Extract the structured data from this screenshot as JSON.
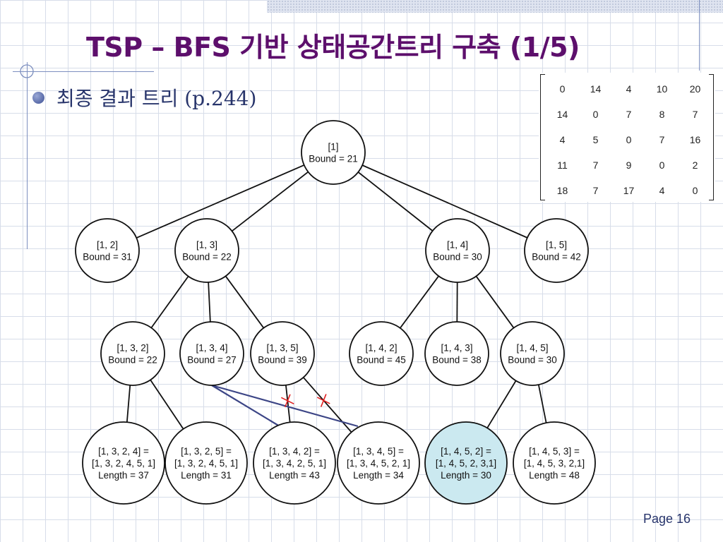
{
  "title": "TSP – BFS 기반 상태공간트리 구축 (1/5)",
  "bullet": "최종 결과 트리 (p.244)",
  "page_label": "Page 16",
  "matrix": {
    "rows": [
      [
        0,
        14,
        4,
        10,
        20
      ],
      [
        14,
        0,
        7,
        8,
        7
      ],
      [
        4,
        5,
        0,
        7,
        16
      ],
      [
        11,
        7,
        9,
        0,
        2
      ],
      [
        18,
        7,
        17,
        4,
        0
      ]
    ]
  },
  "tree": {
    "nodes": [
      {
        "id": "n1",
        "lines": [
          "[1]",
          "Bound = 21"
        ]
      },
      {
        "id": "n12",
        "lines": [
          "[1, 2]",
          "Bound = 31"
        ]
      },
      {
        "id": "n13",
        "lines": [
          "[1, 3]",
          "Bound = 22"
        ]
      },
      {
        "id": "n14",
        "lines": [
          "[1, 4]",
          "Bound = 30"
        ]
      },
      {
        "id": "n15",
        "lines": [
          "[1, 5]",
          "Bound = 42"
        ]
      },
      {
        "id": "n132",
        "lines": [
          "[1, 3, 2]",
          "Bound = 22"
        ]
      },
      {
        "id": "n134",
        "lines": [
          "[1, 3, 4]",
          "Bound = 27"
        ]
      },
      {
        "id": "n135",
        "lines": [
          "[1, 3, 5]",
          "Bound = 39"
        ]
      },
      {
        "id": "n142",
        "lines": [
          "[1, 4, 2]",
          "Bound = 45"
        ]
      },
      {
        "id": "n143",
        "lines": [
          "[1, 4, 3]",
          "Bound = 38"
        ]
      },
      {
        "id": "n145",
        "lines": [
          "[1, 4, 5]",
          "Bound = 30"
        ]
      },
      {
        "id": "n1324",
        "lines": [
          "[1, 3, 2, 4] =",
          "[1, 3, 2, 4, 5, 1]",
          "Length = 37"
        ]
      },
      {
        "id": "n1325",
        "lines": [
          "[1, 3, 2, 5] =",
          "[1, 3, 2, 4, 5, 1]",
          "Length = 31"
        ]
      },
      {
        "id": "n1342",
        "lines": [
          "[1, 3, 4, 2] =",
          "[1, 3, 4, 2, 5, 1]",
          "Length = 43"
        ]
      },
      {
        "id": "n1345",
        "lines": [
          "[1, 3, 4, 5] =",
          "[1, 3, 4, 5, 2, 1]",
          "Length = 34"
        ]
      },
      {
        "id": "n1452",
        "lines": [
          "[1, 4, 5, 2] =",
          "[1, 4, 5, 2, 3,1]",
          "Length = 30"
        ],
        "highlight": true
      },
      {
        "id": "n1453",
        "lines": [
          "[1, 4, 5, 3] =",
          "[1, 4, 5, 3, 2,1]",
          "Length = 48"
        ]
      }
    ],
    "edges": [
      [
        "n1",
        "n12"
      ],
      [
        "n1",
        "n13"
      ],
      [
        "n1",
        "n14"
      ],
      [
        "n1",
        "n15"
      ],
      [
        "n13",
        "n132"
      ],
      [
        "n13",
        "n134"
      ],
      [
        "n13",
        "n135"
      ],
      [
        "n14",
        "n142"
      ],
      [
        "n14",
        "n143"
      ],
      [
        "n14",
        "n145"
      ],
      [
        "n132",
        "n1324"
      ],
      [
        "n132",
        "n1325"
      ],
      [
        "n135",
        "n1342"
      ],
      [
        "n135",
        "n1345"
      ],
      [
        "n145",
        "n1452"
      ],
      [
        "n145",
        "n1453"
      ]
    ],
    "crossed_edges": [
      [
        "n135",
        "n1342"
      ],
      [
        "n135",
        "n1345"
      ]
    ],
    "reassigned_edges": [
      [
        "n134",
        "n1342"
      ],
      [
        "n134",
        "n1345"
      ]
    ],
    "colors": {
      "node_stroke": "#111111",
      "edge": "#111111",
      "highlight_fill": "#cbe9f0",
      "reassign_line": "#3c4586",
      "cross_mark": "#e02020"
    }
  }
}
